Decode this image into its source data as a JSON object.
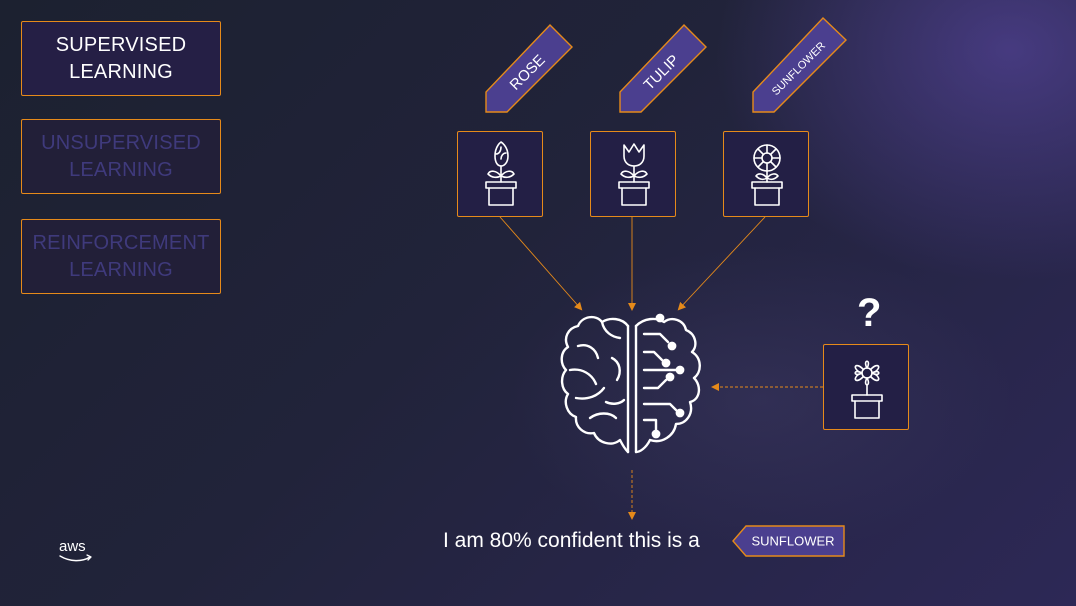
{
  "categories": [
    {
      "label_line1": "SUPERVISED",
      "label_line2": "LEARNING",
      "state": "active"
    },
    {
      "label_line1": "UNSUPERVISED",
      "label_line2": "LEARNING",
      "state": "inactive"
    },
    {
      "label_line1": "REINFORCEMENT",
      "label_line2": "LEARNING",
      "state": "inactive"
    }
  ],
  "training_labels": [
    "ROSE",
    "TULIP",
    "SUNFLOWER"
  ],
  "query": {
    "symbol": "?"
  },
  "result": {
    "caption": "I am 80% confident this is a",
    "label": "SUNFLOWER"
  },
  "logo": {
    "text": "aws"
  },
  "colors": {
    "accent": "#e68a1a",
    "tag_fill": "#4b3f8f",
    "tile_fill": "#231f45",
    "inactive_text": "#3f3a7c"
  },
  "icons": [
    "rose-plant-icon",
    "tulip-plant-icon",
    "sunflower-plant-icon",
    "brain-circuit-icon",
    "unknown-flower-plant-icon"
  ]
}
